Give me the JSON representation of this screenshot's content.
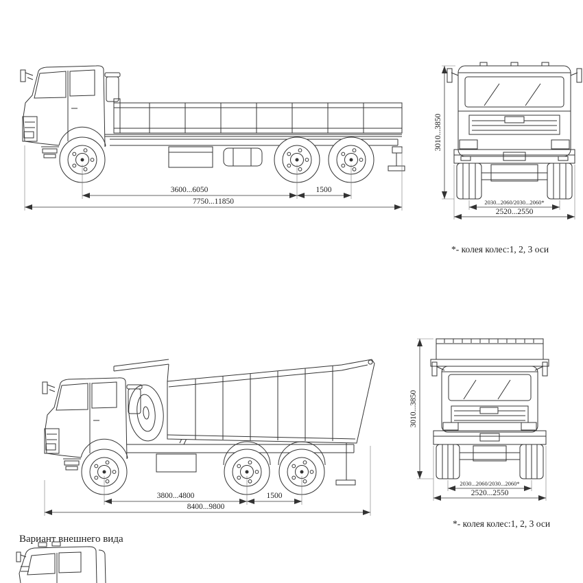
{
  "flatbed": {
    "side": {
      "wheelbase": "3600...6050",
      "bogie": "1500",
      "overall_length": "7750...11850"
    },
    "front": {
      "height": "3010...3850",
      "track": "2030...2060/2030...2060*",
      "overall_width": "2520...2550"
    },
    "note": "*- колея колес:1, 2, 3 оси"
  },
  "dumper": {
    "side": {
      "wheelbase": "3800...4800",
      "bogie": "1500",
      "overall_length": "8400...9800"
    },
    "front": {
      "height": "3010...3850",
      "track": "2030...2060/2030...2060*",
      "overall_width": "2520...2550"
    },
    "note": "*- колея колес:1, 2, 3 оси"
  },
  "caption": "Вариант внешнего вида"
}
